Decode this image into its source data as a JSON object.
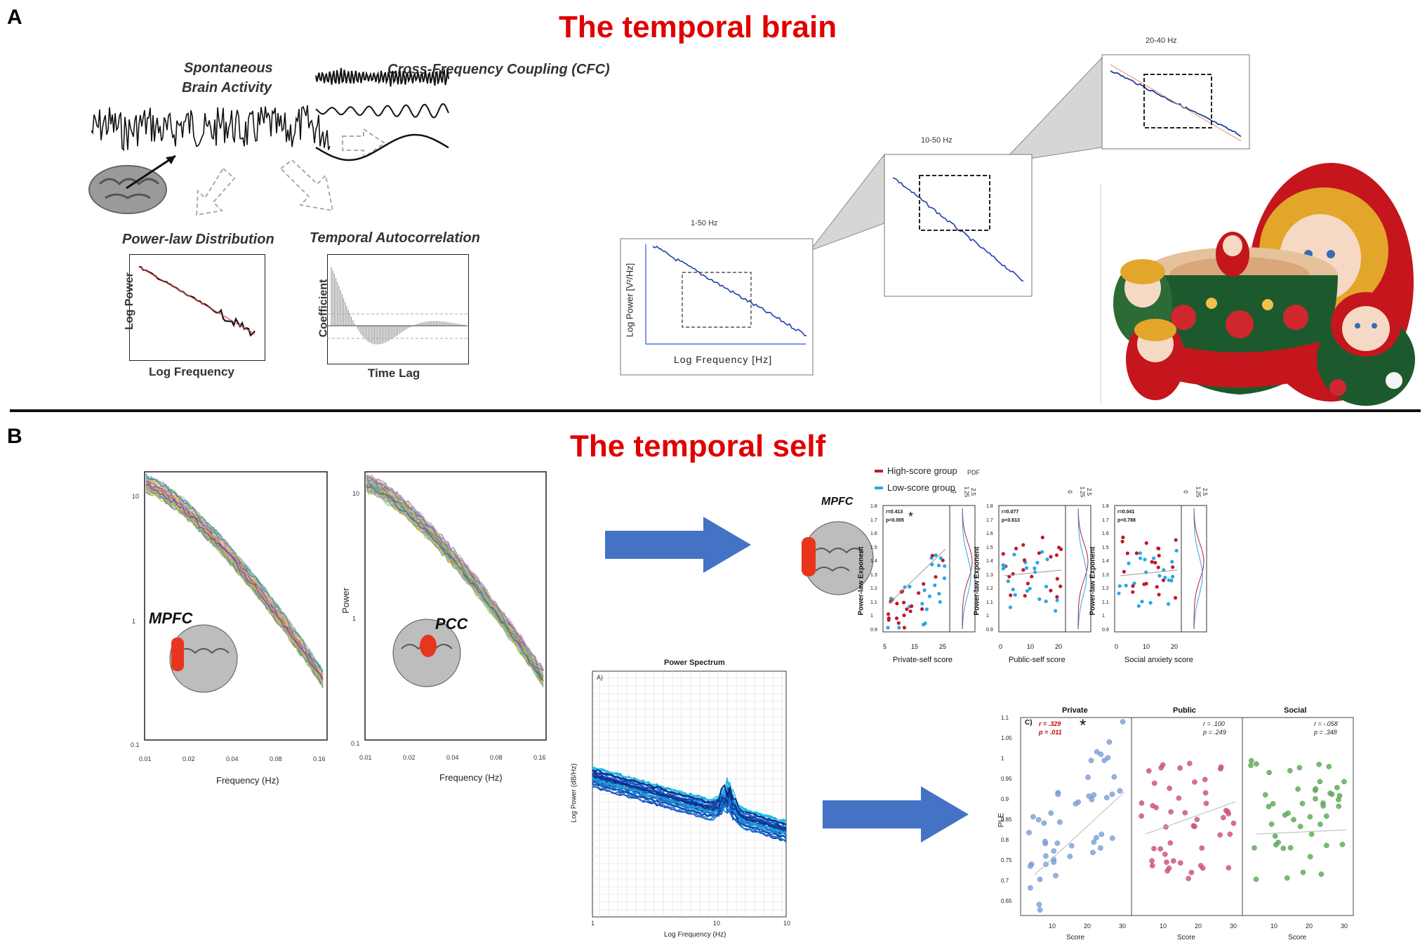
{
  "panels": {
    "a_letter": "A",
    "b_letter": "B"
  },
  "titles": {
    "brain": "The temporal brain",
    "self": "The temporal self"
  },
  "panel_a": {
    "spontaneous": "Spontaneous",
    "brain_activity": "Brain Activity",
    "cfc": "Cross-Frequency Coupling (CFC)",
    "powerlaw_title": "Power-law Distribution",
    "powerlaw_ylabel": "Log Power",
    "powerlaw_xlabel": "Log Frequency",
    "autocorr_title": "Temporal Autocorrelation",
    "autocorr_ylabel": "Coefficient",
    "autocorr_xlabel": "Time Lag",
    "nested": {
      "band1": "1-50 Hz",
      "band2": "10-50 Hz",
      "band3": "20-40 Hz",
      "ylabel": "Log Power [V²/Hz]",
      "xlabel": "Log Frequency  [Hz]"
    }
  },
  "panel_b": {
    "mpfc": "MPFC",
    "pcc": "PCC",
    "spec_xlabel": "Frequency (Hz)",
    "spec_ylabel": "Power",
    "spec_xticks": [
      "0.01",
      "0.02",
      "0.04",
      "0.08",
      "0.16"
    ],
    "spec_yticks": [
      "10",
      "1",
      "0.1"
    ],
    "scatter_top": {
      "legend_high": "High-score group",
      "legend_low": "Low-score group",
      "pdf": "PDF",
      "mpfc_label": "MPFC",
      "ylabel": "Power-law Exponent",
      "yticks": [
        "1.8",
        "1.7",
        "1.6",
        "1.5",
        "1.4",
        "1.3",
        "1.2",
        "1.1",
        "1",
        "0.9"
      ],
      "plots": [
        {
          "xlabel": "Private-self score",
          "r": "r=0.413",
          "p": "p=0.005",
          "star": "*",
          "xticks": [
            "5",
            "15",
            "25"
          ]
        },
        {
          "xlabel": "Public-self score",
          "r": "r=0.077",
          "p": "p=0.613",
          "star": "",
          "xticks": [
            "0",
            "10",
            "20"
          ]
        },
        {
          "xlabel": "Social anxiety score",
          "r": "r=0.041",
          "p": "p=0.788",
          "star": "",
          "xticks": [
            "0",
            "10",
            "20"
          ]
        }
      ],
      "pdf_ticks": [
        "0",
        "1.25",
        "2.5"
      ]
    },
    "power_spectrum": {
      "title": "Power Spectrum",
      "panel": "A)",
      "ylabel": "Log Power (dB/Hz)",
      "xlabel": "Log Frequency (Hz)",
      "xticks": [
        "1",
        "10",
        "10"
      ]
    },
    "scatter_bottom": {
      "panel": "C)",
      "ylabel": "PLE",
      "yticks": [
        "1.1",
        "1.05",
        "1",
        "0.95",
        "0.9",
        "0.85",
        "0.8",
        "0.75",
        "0.7",
        "0.65"
      ],
      "facets": [
        {
          "name": "Private",
          "r": "r = .329",
          "p": "p = .011",
          "star": "*",
          "xlabel": "Score"
        },
        {
          "name": "Public",
          "r": "r = .100",
          "p": "p = .249",
          "star": "",
          "xlabel": "Score"
        },
        {
          "name": "Social",
          "r": "r = -.058",
          "p": "p = .348",
          "star": "",
          "xlabel": "Score"
        }
      ],
      "xticks": [
        "10",
        "20",
        "30"
      ]
    }
  },
  "colors": {
    "title_red": "#e00000",
    "arrow_blue": "#4472c4",
    "high": "#c0192b",
    "low": "#2aa7df"
  }
}
